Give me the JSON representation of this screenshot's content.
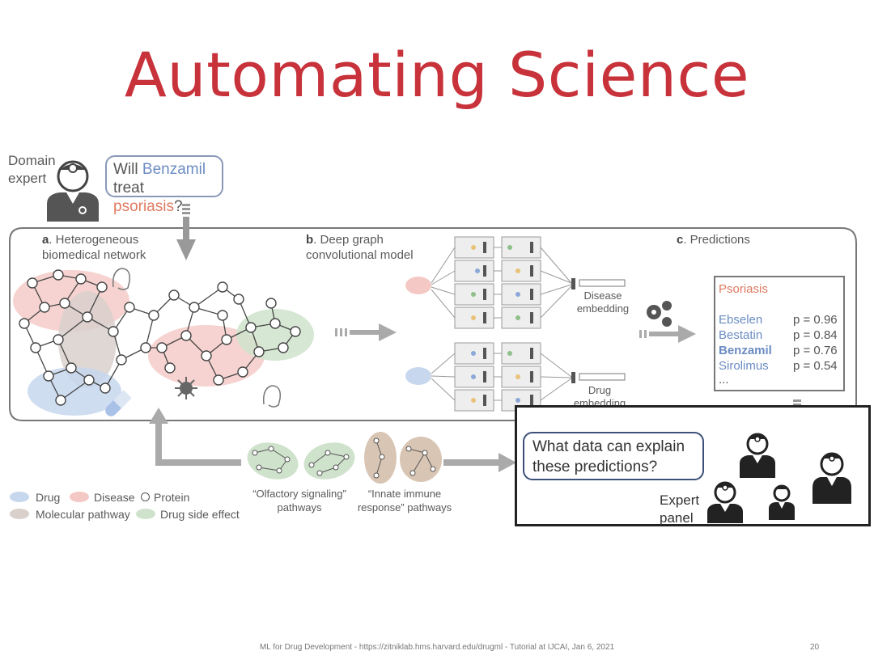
{
  "slide": {
    "title": "Automating Science",
    "footer": "ML for Drug Development - https://zitniklab.hms.harvard.edu/drugml - Tutorial at IJCAI, Jan 6, 2021",
    "page_number": "20"
  },
  "domain_expert": {
    "label_line1": "Domain",
    "label_line2": "expert",
    "question_part1": "Will ",
    "question_drug": "Benzamil",
    "question_part2": "treat ",
    "question_disease": "psoriasis",
    "question_end": "?"
  },
  "panel_a": {
    "letter": "a",
    "title_line1": ". Heterogeneous",
    "title_line2": "biomedical network"
  },
  "panel_b": {
    "letter": "b",
    "title_line1": ". Deep graph",
    "title_line2": "convolutional model",
    "disease_embedding_line1": "Disease",
    "disease_embedding_line2": "embedding",
    "drug_embedding_line1": "Drug",
    "drug_embedding_line2": "embedding"
  },
  "panel_c": {
    "letter": "c",
    "title": ". Predictions",
    "disease": "Psoriasis",
    "predictions": [
      {
        "drug": "Ebselen",
        "p": "p = 0.96"
      },
      {
        "drug": "Bestatin",
        "p": "p = 0.84"
      },
      {
        "drug": "Benzamil",
        "p": "p = 0.76"
      },
      {
        "drug": "Sirolimus",
        "p": "p = 0.54"
      }
    ],
    "more": "..."
  },
  "legend": {
    "drug": "Drug",
    "disease": "Disease",
    "protein": "Protein",
    "pathway": "Molecular pathway",
    "side_effect": "Drug side effect",
    "colors": {
      "drug": "#c7d7ee",
      "disease": "#f4c8c4",
      "pathway": "#d9d0cc",
      "side_effect": "#cfe3cc"
    }
  },
  "pathways": {
    "olfactory_line1": "“Olfactory signaling”",
    "olfactory_line2": "pathways",
    "innate_line1": "“Innate immune",
    "innate_line2": "response” pathways"
  },
  "expert_panel": {
    "question_line1": "What data can explain",
    "question_line2": "these predictions?",
    "label_line1": "Expert",
    "label_line2": "panel"
  }
}
